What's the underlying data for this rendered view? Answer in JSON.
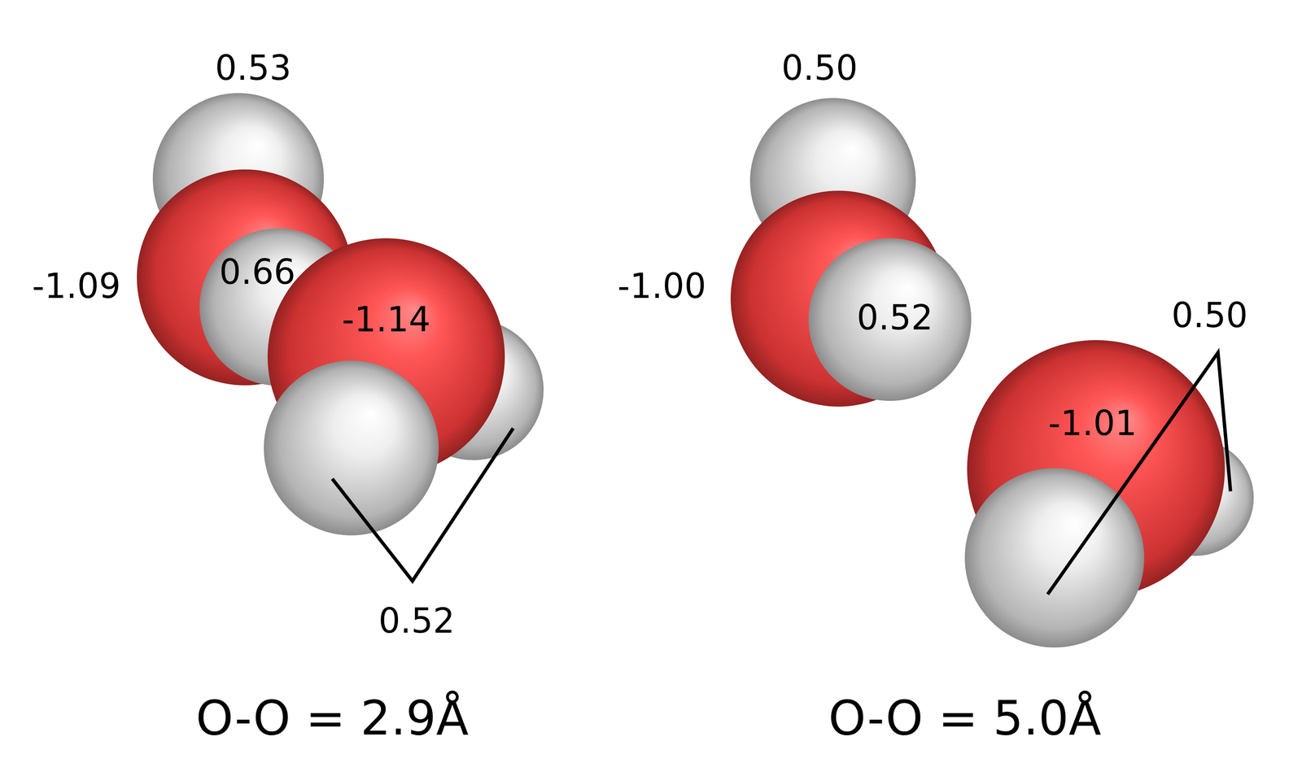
{
  "diagram": {
    "labels": [
      "0.53",
      "-1.09",
      "0.66",
      "-1.14",
      "0.52",
      "O-O = 2.9Å",
      "0.50",
      "-1.00",
      "0.52",
      "0.50",
      "-1.01",
      "O-O = 5.0Å"
    ]
  }
}
